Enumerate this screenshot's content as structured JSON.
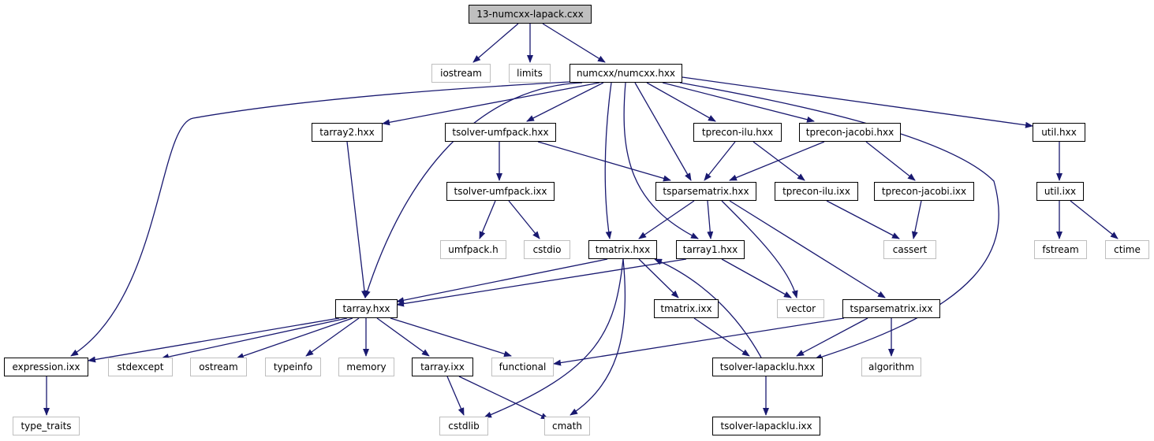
{
  "colors": {
    "edge": "#191970",
    "local_border": "#000000",
    "system_border": "#bfbfbf",
    "root_fill": "#bfbfbf"
  },
  "nodes": {
    "root": "13-numcxx-lapack.cxx",
    "iostream": "iostream",
    "limits": "limits",
    "numcxx": "numcxx/numcxx.hxx",
    "tarray2": "tarray2.hxx",
    "tsolver_umfpack_hxx": "tsolver-umfpack.hxx",
    "tprecon_ilu_hxx": "tprecon-ilu.hxx",
    "tprecon_jacobi_hxx": "tprecon-jacobi.hxx",
    "util_hxx": "util.hxx",
    "tsolver_umfpack_ixx": "tsolver-umfpack.ixx",
    "tsparsematrix_hxx": "tsparsematrix.hxx",
    "tprecon_ilu_ixx": "tprecon-ilu.ixx",
    "tprecon_jacobi_ixx": "tprecon-jacobi.ixx",
    "util_ixx": "util.ixx",
    "umfpack_h": "umfpack.h",
    "cstdio": "cstdio",
    "tmatrix_hxx": "tmatrix.hxx",
    "tarray1": "tarray1.hxx",
    "cassert": "cassert",
    "fstream": "fstream",
    "ctime": "ctime",
    "tarray_hxx": "tarray.hxx",
    "tmatrix_ixx": "tmatrix.ixx",
    "vector": "vector",
    "tsparsematrix_ixx": "tsparsematrix.ixx",
    "expression": "expression.ixx",
    "stdexcept": "stdexcept",
    "ostream": "ostream",
    "typeinfo": "typeinfo",
    "memory": "memory",
    "tarray_ixx": "tarray.ixx",
    "functional": "functional",
    "tsolver_lapacklu_hxx": "tsolver-lapacklu.hxx",
    "algorithm": "algorithm",
    "type_traits": "type_traits",
    "cstdlib": "cstdlib",
    "cmath": "cmath",
    "tsolver_lapacklu_ixx": "tsolver-lapacklu.ixx"
  }
}
